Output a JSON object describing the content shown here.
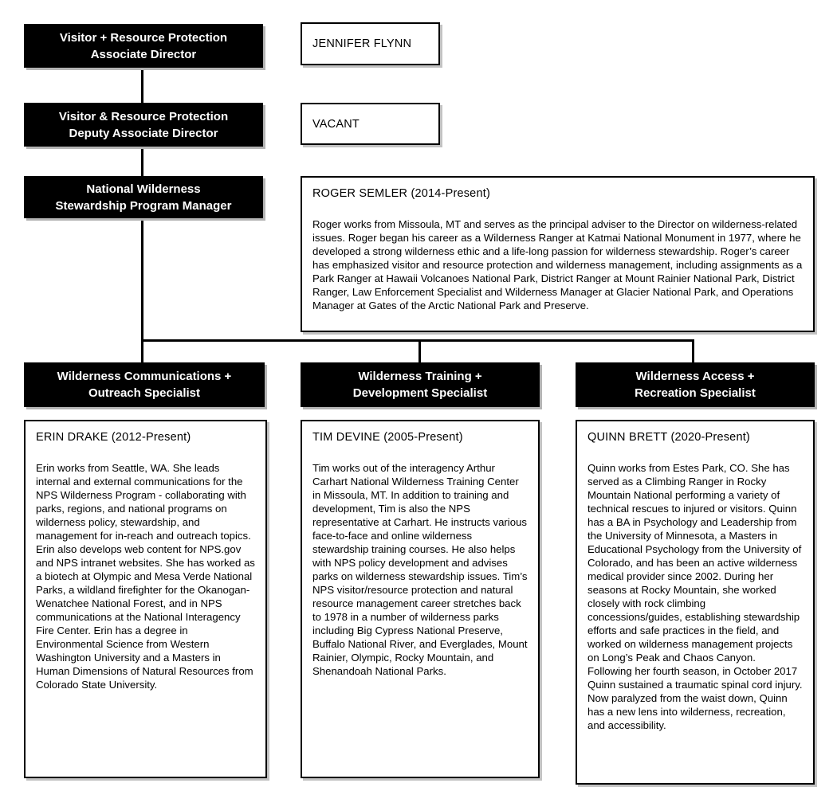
{
  "colors": {
    "box_background": "#000000",
    "box_text": "#ffffff",
    "border": "#000000",
    "page_background": "#ffffff",
    "shadow": "#b4b4b4"
  },
  "chain": [
    {
      "role": "Visitor + Resource Protection\nAssociate Director",
      "holder": "JENNIFER FLYNN"
    },
    {
      "role": "Visitor & Resource Protection\nDeputy Associate Director",
      "holder": "VACANT"
    },
    {
      "role": "National Wilderness\nStewardship Program Manager",
      "holder": "ROGER SEMLER (2014-Present)",
      "bio": "Roger works from Missoula, MT and serves as the principal adviser to the Director on wilderness-related issues. Roger began his career as a Wilderness Ranger at Katmai National Monument in 1977, where he developed a strong wilderness ethic and a life-long passion for wilderness stewardship. Roger’s career has emphasized visitor and resource protection and wilderness management, including assignments as a Park Ranger at Hawaii Volcanoes National Park, District Ranger at Mount Rainier National Park, District Ranger, Law Enforcement Specialist and Wilderness Manager at Glacier National Park, and Operations Manager at Gates of the Arctic National Park and Preserve."
    }
  ],
  "specialists": [
    {
      "role": "Wilderness Communications +\nOutreach Specialist",
      "holder": "ERIN DRAKE (2012-Present)",
      "bio": "Erin works from Seattle, WA. She leads internal and external communications for the NPS Wilderness Program - collaborating with parks, regions, and national programs on wilderness policy, stewardship, and management for in-reach and outreach topics. Erin also develops web content for NPS.gov and NPS intranet websites. She has worked as a biotech at Olympic and Mesa Verde National Parks, a wildland firefighter for the Okanogan-Wenatchee National Forest, and in NPS communications at the National Interagency Fire Center. Erin has a degree in Environmental Science from Western Washington University and a Masters in Human Dimensions of Natural Resources from Colorado State University."
    },
    {
      "role": "Wilderness Training +\nDevelopment Specialist",
      "holder": "TIM DEVINE (2005-Present)",
      "bio": "Tim works out of the interagency Arthur Carhart National Wilderness Training Center in Missoula, MT. In addition to training and development, Tim is also the NPS representative at Carhart. He instructs various face-to-face and online wilderness stewardship training courses. He also helps with NPS policy development and advises parks on wilderness stewardship issues. Tim’s NPS visitor/resource protection and natural resource management career stretches back to 1978 in a number of wilderness parks including Big Cypress National Preserve, Buffalo National River, and Everglades, Mount Rainier, Olympic, Rocky Mountain, and Shenandoah National Parks."
    },
    {
      "role": "Wilderness Access +\nRecreation Specialist",
      "holder": "QUINN BRETT (2020-Present)",
      "bio": "Quinn works from Estes Park, CO. She has served as a Climbing Ranger in Rocky Mountain National performing a variety of technical rescues to injured or visitors. Quinn has a BA in Psychology and Leadership from the University of Minnesota, a Masters in Educational Psychology from the University of Colorado, and has been an active wilderness medical provider since 2002. During her seasons at Rocky Mountain, she worked closely with rock climbing concessions/guides, establishing stewardship efforts and safe practices in the field, and worked on wilderness management projects on Long’s Peak and Chaos Canyon. Following her fourth season, in October 2017 Quinn sustained a traumatic spinal cord injury. Now paralyzed from the waist down, Quinn has a new lens into wilderness, recreation, and accessibility."
    }
  ]
}
